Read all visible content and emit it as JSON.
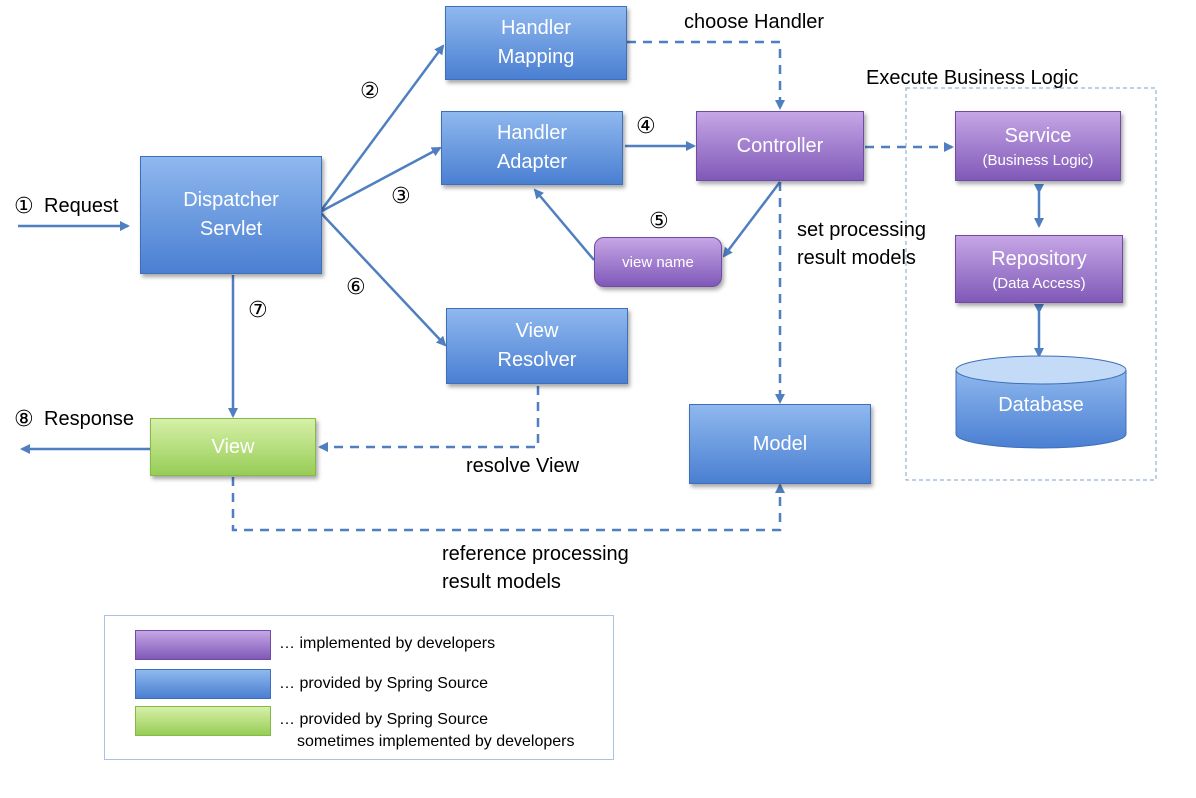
{
  "nodes": {
    "handler_mapping": [
      "Handler",
      "Mapping"
    ],
    "handler_adapter": [
      "Handler",
      "Adapter"
    ],
    "controller": "Controller",
    "dispatcher_servlet": [
      "Dispatcher",
      "Servlet"
    ],
    "view_name": "view name",
    "view_resolver": [
      "View",
      "Resolver"
    ],
    "view": "View",
    "model": "Model",
    "service": {
      "title": "Service",
      "subtitle": "(Business Logic)"
    },
    "repository": {
      "title": "Repository",
      "subtitle": "(Data Access)"
    },
    "database": "Database"
  },
  "labels": {
    "choose_handler": "choose Handler",
    "execute_business_logic": "Execute Business Logic",
    "request": "Request",
    "response": "Response",
    "set_processing": [
      "set processing",
      "result models"
    ],
    "resolve_view": "resolve View",
    "reference_processing": [
      "reference processing",
      "result models"
    ]
  },
  "steps": {
    "s1": "①",
    "s2": "②",
    "s3": "③",
    "s4": "④",
    "s5": "⑤",
    "s6": "⑥",
    "s7": "⑦",
    "s8": "⑧"
  },
  "legend": {
    "developers": "… implemented by developers",
    "spring": "… provided by Spring Source",
    "spring_sometimes": [
      "… provided by Spring Source",
      "sometimes implemented by developers"
    ]
  },
  "colors": {
    "blue": "#4a7fd2",
    "purple": "#8059b8",
    "green": "#97cd56",
    "arrow": "#4f7fc0"
  }
}
